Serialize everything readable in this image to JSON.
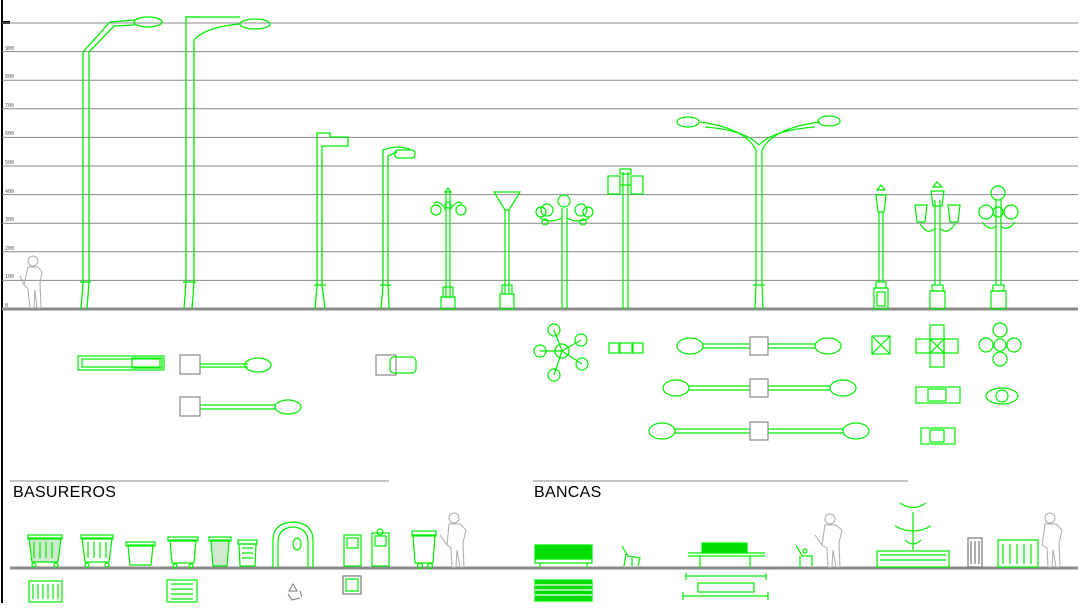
{
  "drawing": {
    "sections": {
      "trash_title": "BASUREROS",
      "bench_title": "BANCAS"
    },
    "scale_ticks": [
      "900",
      "800",
      "700",
      "600",
      "500",
      "400",
      "300",
      "200",
      "100",
      "0"
    ],
    "colors": {
      "line": "#00ff00",
      "guide": "#7f7f7f",
      "ground": "#7f7f7f",
      "figure": "#9a9a9a",
      "detail": "#8a8a8a",
      "background": "#ffffff"
    }
  }
}
